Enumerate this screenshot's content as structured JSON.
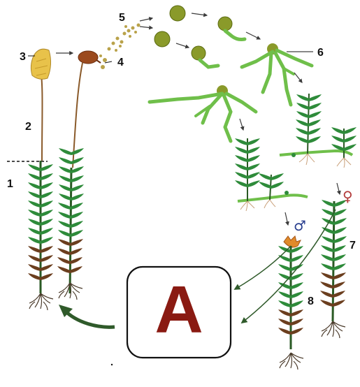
{
  "labels": {
    "l1": "1",
    "l2": "2",
    "l3": "3",
    "l4": "4",
    "l5": "5",
    "l6": "6",
    "l7": "7",
    "l8": "8"
  },
  "symbols": {
    "male": "♂",
    "female": "♀"
  },
  "center_box": {
    "letter": "A"
  },
  "colors": {
    "leaf": "#2e8b3a",
    "leaf_dark": "#1f6b2a",
    "stem_brown": "#6b3e1e",
    "root": "#4a3a2a",
    "capsule_yellow": "#e8c24a",
    "capsule_brown": "#9b4a1e",
    "spore": "#b9a24a",
    "protonema": "#6fbf4a",
    "arrow": "#2f5a2a",
    "letter_red": "#8a1a12"
  }
}
